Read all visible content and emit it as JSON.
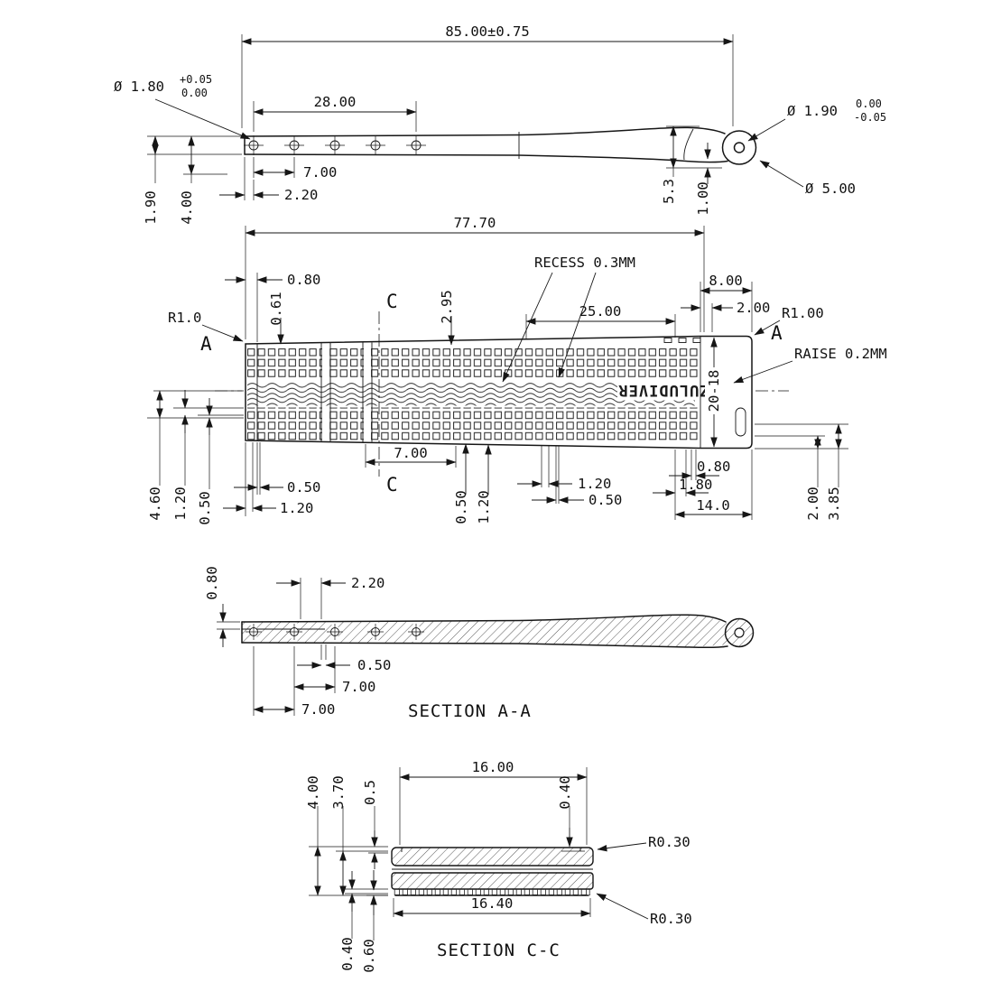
{
  "drawing": {
    "watermark": "ZULUDIVER",
    "side": {
      "overall": "85.00±0.75",
      "hole_dia": "Ø 1.80",
      "hole_tol_hi": "+0.05",
      "hole_tol_lo": "0.00",
      "holes_span": "28.00",
      "hole_pitch": "7.00",
      "tip_gap": "2.20",
      "tip_thk": "1.90",
      "body_thk": "4.00",
      "lug_h": "5.3",
      "lug_wall": "1.00",
      "bar_dia": "Ø 1.90",
      "bar_tol_hi": "0.00",
      "bar_tol_lo": "-0.05",
      "loop_dia": "Ø 5.00"
    },
    "plan": {
      "length": "77.70",
      "edge": "0.80",
      "d061": "0.61",
      "sec_c": "C",
      "d295": "2.95",
      "recess": "RECESS 0.3MM",
      "d8": "8.00",
      "d2": "2.00",
      "d25": "25.00",
      "r_left": "R1.0",
      "r_right": "R1.00",
      "sec_a": "A",
      "raise": "RAISE 0.2MM",
      "taper": "20-18",
      "d7": "7.00",
      "v460": "4.60",
      "v120": "1.20",
      "v050": "0.50",
      "bl050": "0.50",
      "bl120": "1.20",
      "m050": "0.50",
      "m120": "1.20",
      "br120": "1.20",
      "br050": "0.50",
      "r080": "0.80",
      "r180": "1.80",
      "r14": "14.0",
      "rv200": "2.00",
      "rv385": "3.85"
    },
    "sectionA": {
      "title": "SECTION A-A",
      "d080": "0.80",
      "d220": "2.20",
      "d050": "0.50",
      "d7a": "7.00",
      "d7b": "7.00"
    },
    "sectionC": {
      "title": "SECTION C-C",
      "w_top": "16.00",
      "h400": "4.00",
      "h370": "3.70",
      "h05": "0.5",
      "h040t": "0.40",
      "r_top": "R0.30",
      "w_bot": "16.40",
      "r_bot": "R0.30",
      "h040b": "0.40",
      "h060": "0.60"
    }
  }
}
